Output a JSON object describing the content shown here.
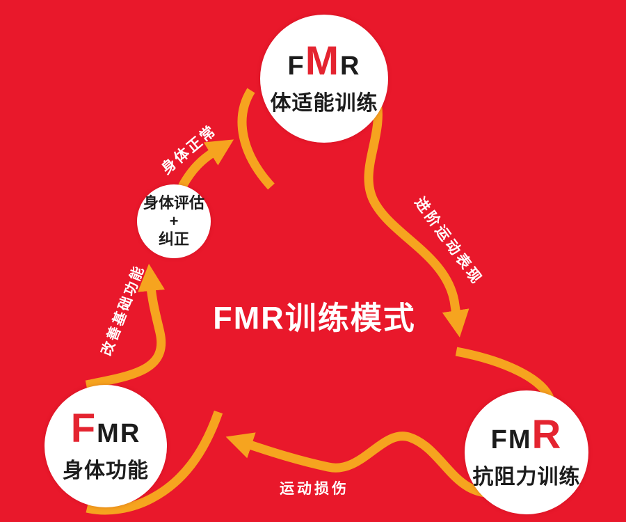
{
  "title": {
    "center": "FMR训练模式"
  },
  "colors": {
    "background": "#e9182b",
    "arrow": "#f6a41f",
    "accent_red": "#e42430",
    "circle_fill": "#ffffff",
    "text_dark": "#1c1c1c",
    "text_light": "#ffffff"
  },
  "nodes": {
    "fitness": {
      "letters": [
        "F",
        "M",
        "R"
      ],
      "accent_letter": "M",
      "label": "体适能训练"
    },
    "body_function": {
      "letters": [
        "F",
        "M",
        "R"
      ],
      "accent_letter": "F",
      "label": "身体功能"
    },
    "resistance": {
      "letters": [
        "F",
        "M",
        "R"
      ],
      "accent_letter": "R",
      "label": "抗阻力训练"
    },
    "assessment": {
      "line1": "身体评估",
      "line2": "+",
      "line3": "纠正"
    }
  },
  "edges": {
    "body_normal": "身体正常",
    "advanced_performance": "进阶运动表现",
    "sports_injury": "运动损伤",
    "improve_basic_function": "改善基础功能"
  }
}
